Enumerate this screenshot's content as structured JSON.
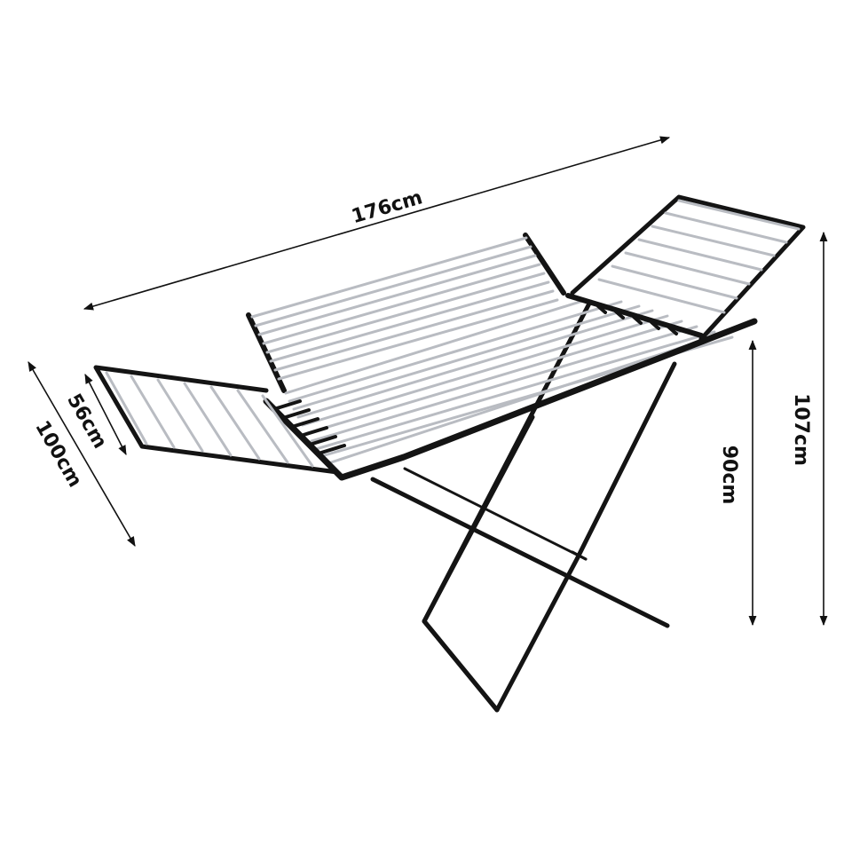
{
  "dimensions": {
    "length": "176cm",
    "width": "100cm",
    "wing_depth": "56cm",
    "total_height": "107cm",
    "rail_height": "90cm"
  },
  "colors": {
    "frame": "#141414",
    "rail": "#b9bcc2",
    "background": "#ffffff"
  }
}
